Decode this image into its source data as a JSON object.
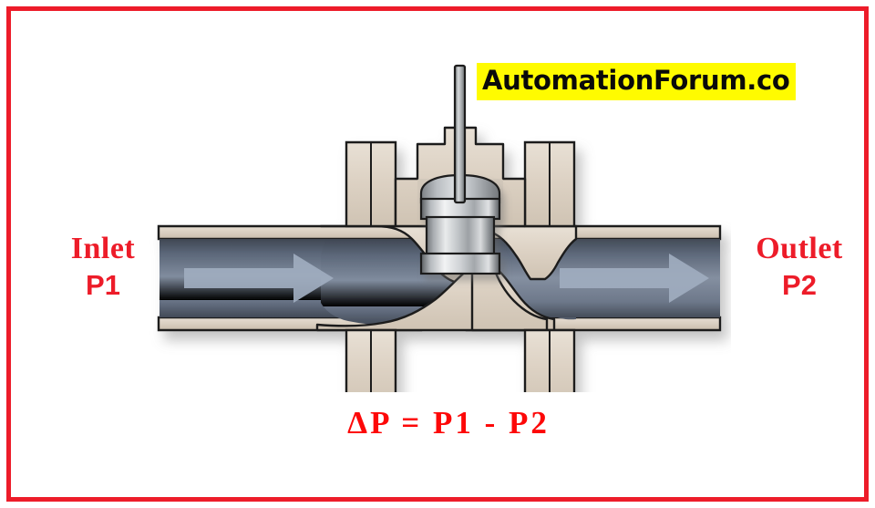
{
  "page": {
    "background_color": "#ffffff",
    "border_color": "#ed1c29"
  },
  "watermark": {
    "text": "AutomationForum.co",
    "background_color": "#fffb00",
    "text_color": "#0a0a0a"
  },
  "labels": {
    "inlet": {
      "title": "Inlet",
      "pressure": "P1",
      "color": "#ed1c29"
    },
    "outlet": {
      "title": "Outlet",
      "pressure": "P2",
      "color": "#ed1c29"
    }
  },
  "formula": {
    "text": "ΔP = P1 - P2",
    "color": "#fd0808"
  },
  "diagram": {
    "name": "control-valve-cross-section",
    "body_color": "#ded3c6",
    "outline_color": "#1c1c1c",
    "fluid_color": "#6e7a8e",
    "arrow_color": "#9fadbf",
    "plug_color": "#c9ccce",
    "stem_color": "#b8bcbe",
    "flow_direction": "left-to-right",
    "parts": [
      "inlet-pipe",
      "inlet-flange",
      "valve-body",
      "valve-seat",
      "valve-plug",
      "valve-stem",
      "bonnet",
      "outlet-flange",
      "outlet-pipe",
      "inlet-flow-arrow",
      "outlet-flow-arrow"
    ]
  }
}
